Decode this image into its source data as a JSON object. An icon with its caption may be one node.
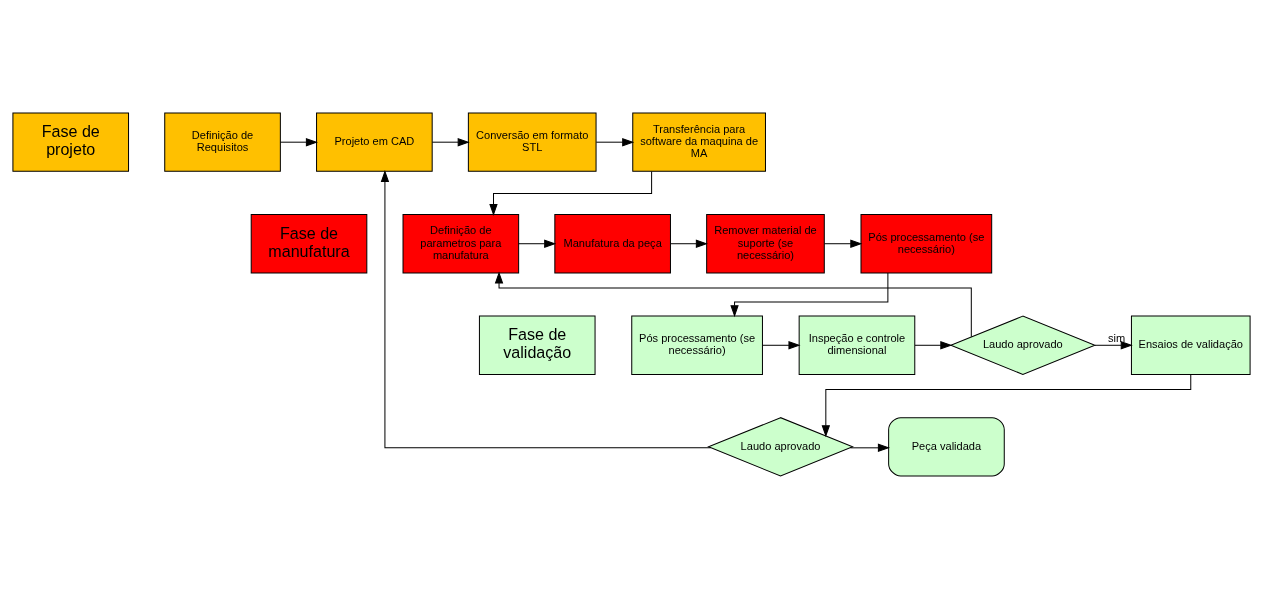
{
  "diagram": {
    "nodes": [
      {
        "text": [
          "Fase de projeto"
        ]
      },
      {
        "text": [
          "Fase de manufatura"
        ]
      },
      {
        "text": [
          "Fase de validação"
        ]
      },
      {
        "text": [
          "Definição de Requisitos"
        ]
      },
      {
        "text": [
          "Projeto em CAD"
        ]
      },
      {
        "text": [
          "Conversão em formato STL"
        ]
      },
      {
        "text": [
          "Transferência para software da maquina de MA"
        ]
      },
      {
        "text": [
          "Definição de parametros para manufatura"
        ]
      },
      {
        "text": [
          "Manufatura da peça"
        ]
      },
      {
        "text": [
          "Remover material de suporte (se necessário)"
        ]
      },
      {
        "text": [
          "Pós processamento (se necessário)"
        ]
      },
      {
        "text": [
          "Pós processamento (se necessário)"
        ]
      },
      {
        "text": [
          "Inspeção e controle dimensional"
        ]
      },
      {
        "text": [
          "Laudo aprovado"
        ]
      },
      {
        "text": [
          "Ensaios de validação"
        ]
      },
      {
        "text": [
          "Laudo aprovado"
        ]
      },
      {
        "text": [
          "Peça validada"
        ]
      }
    ],
    "edges": [
      {
        "from": 3,
        "to": 4,
        "arrow": "to"
      },
      {
        "from": 4,
        "to": 5,
        "arrow": "to"
      },
      {
        "from": 5,
        "to": 6,
        "arrow": "to"
      },
      {
        "from": 6,
        "to": 7,
        "arrow": "to"
      },
      {
        "from": 7,
        "to": 8,
        "arrow": "to"
      },
      {
        "from": 8,
        "to": 9,
        "arrow": "to"
      },
      {
        "from": 9,
        "to": 10,
        "arrow": "to"
      },
      {
        "from": 10,
        "to": 11,
        "arrow": "to"
      },
      {
        "from": 11,
        "to": 12,
        "arrow": "to"
      },
      {
        "from": 12,
        "to": 13,
        "arrow": "to"
      },
      {
        "from": 13,
        "to": 14,
        "arrow": "to",
        "label": "sim"
      },
      {
        "from": 13,
        "to": 7,
        "arrow": "to"
      },
      {
        "from": 14,
        "to": 15,
        "arrow": "to"
      },
      {
        "from": 15,
        "to": 16,
        "arrow": "to"
      },
      {
        "from": 15,
        "to": 4,
        "arrow": "to"
      }
    ]
  }
}
